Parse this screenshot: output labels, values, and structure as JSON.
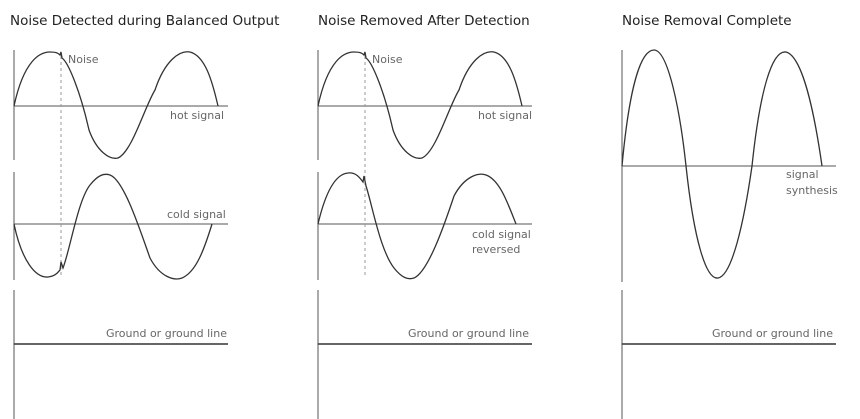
{
  "panels": [
    {
      "title": "Noise Detected during Balanced Output",
      "noise_label": "Noise",
      "hot_label": "hot signal",
      "cold_label": "cold signal",
      "ground_label": "Ground or ground line"
    },
    {
      "title": "Noise Removed After Detection",
      "noise_label": "Noise",
      "hot_label": "hot signal",
      "cold_label_line1": "cold signal",
      "cold_label_line2": "reversed",
      "ground_label": "Ground or ground line"
    },
    {
      "title": "Noise Removal Complete",
      "synth_label_line1": "signal",
      "synth_label_line2": "synthesis",
      "ground_label": "Ground or ground line"
    }
  ],
  "colors": {
    "wave": "#333333",
    "axis": "#555555",
    "label": "#666666",
    "dashed": "#999999"
  }
}
